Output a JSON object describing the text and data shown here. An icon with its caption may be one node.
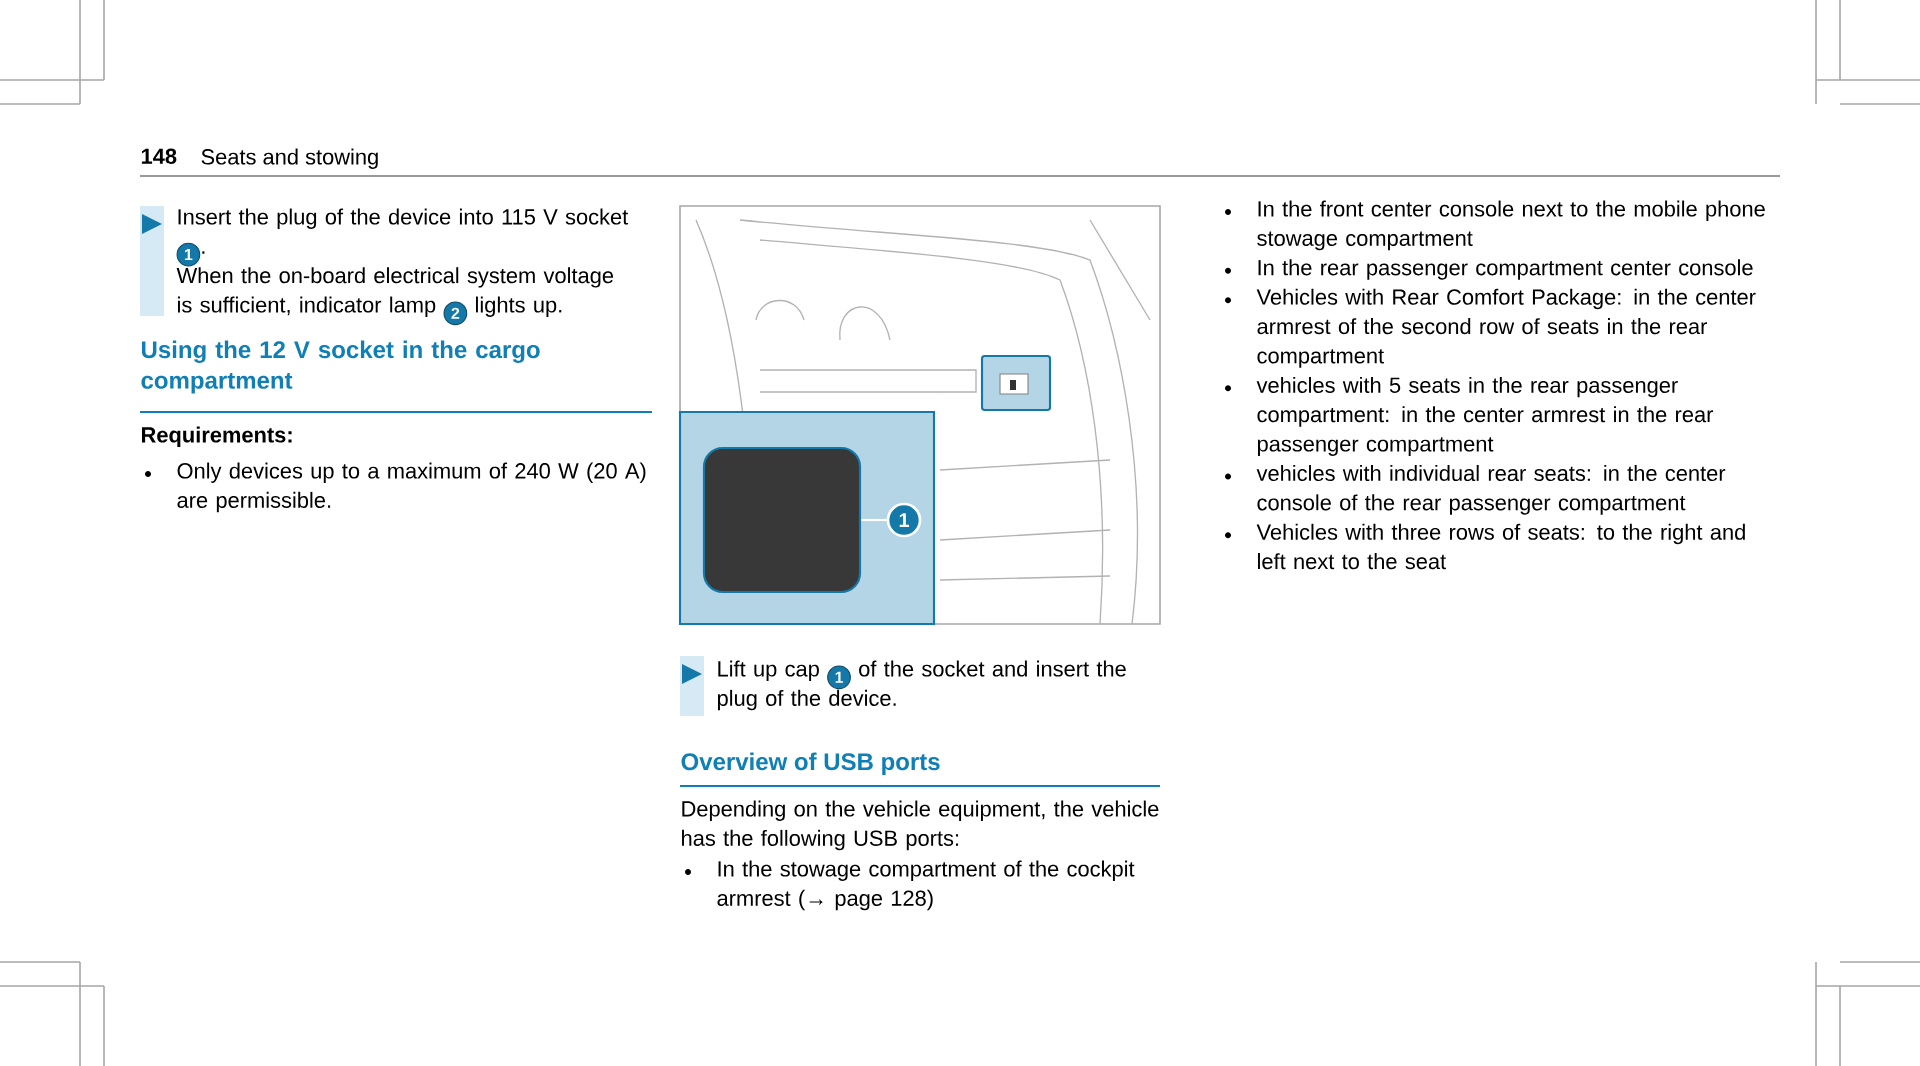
{
  "diagram": {
    "nodes": [
      {
        "text": [
          "1"
        ]
      },
      {
        "text": [],
        "shape": "box"
      }
    ],
    "edges": [
      {
        "from": 0,
        "to": 1,
        "arrow": "none"
      }
    ],
    "labels": [
      "148",
      "Seats and stowing",
      "Insert the plug of the device into 115 V socket",
      "1",
      ".",
      "When the on-board electrical system voltage is sufficient, indicator lamp",
      "2",
      "lights up.",
      "Using the 12 V socket in the cargo compartment",
      "Requirements:",
      "Only devices up to a maximum of 240 W (20 A) are permissible.",
      "Lift up cap",
      "1",
      "of the socket and insert the plug of the device.",
      "Overview of USB ports",
      "Depending on the vehicle equipment, the vehicle has the following USB ports:",
      "In the stowage compartment of the cockpit armrest (→ page 128)",
      "In the front center console next to the mobile phone stowage compartment",
      "In the rear passenger compartment center console",
      "Vehicles with Rear Comfort Package: in the center armrest of the second row of seats in the rear compartment",
      "vehicles with 5 seats in the rear passenger compartment: in the center armrest in the rear passenger compartment",
      "vehicles with individual rear seats: in the center console of the rear passenger compartment",
      "Vehicles with three rows of seats: to the right and left next to the seat"
    ]
  }
}
